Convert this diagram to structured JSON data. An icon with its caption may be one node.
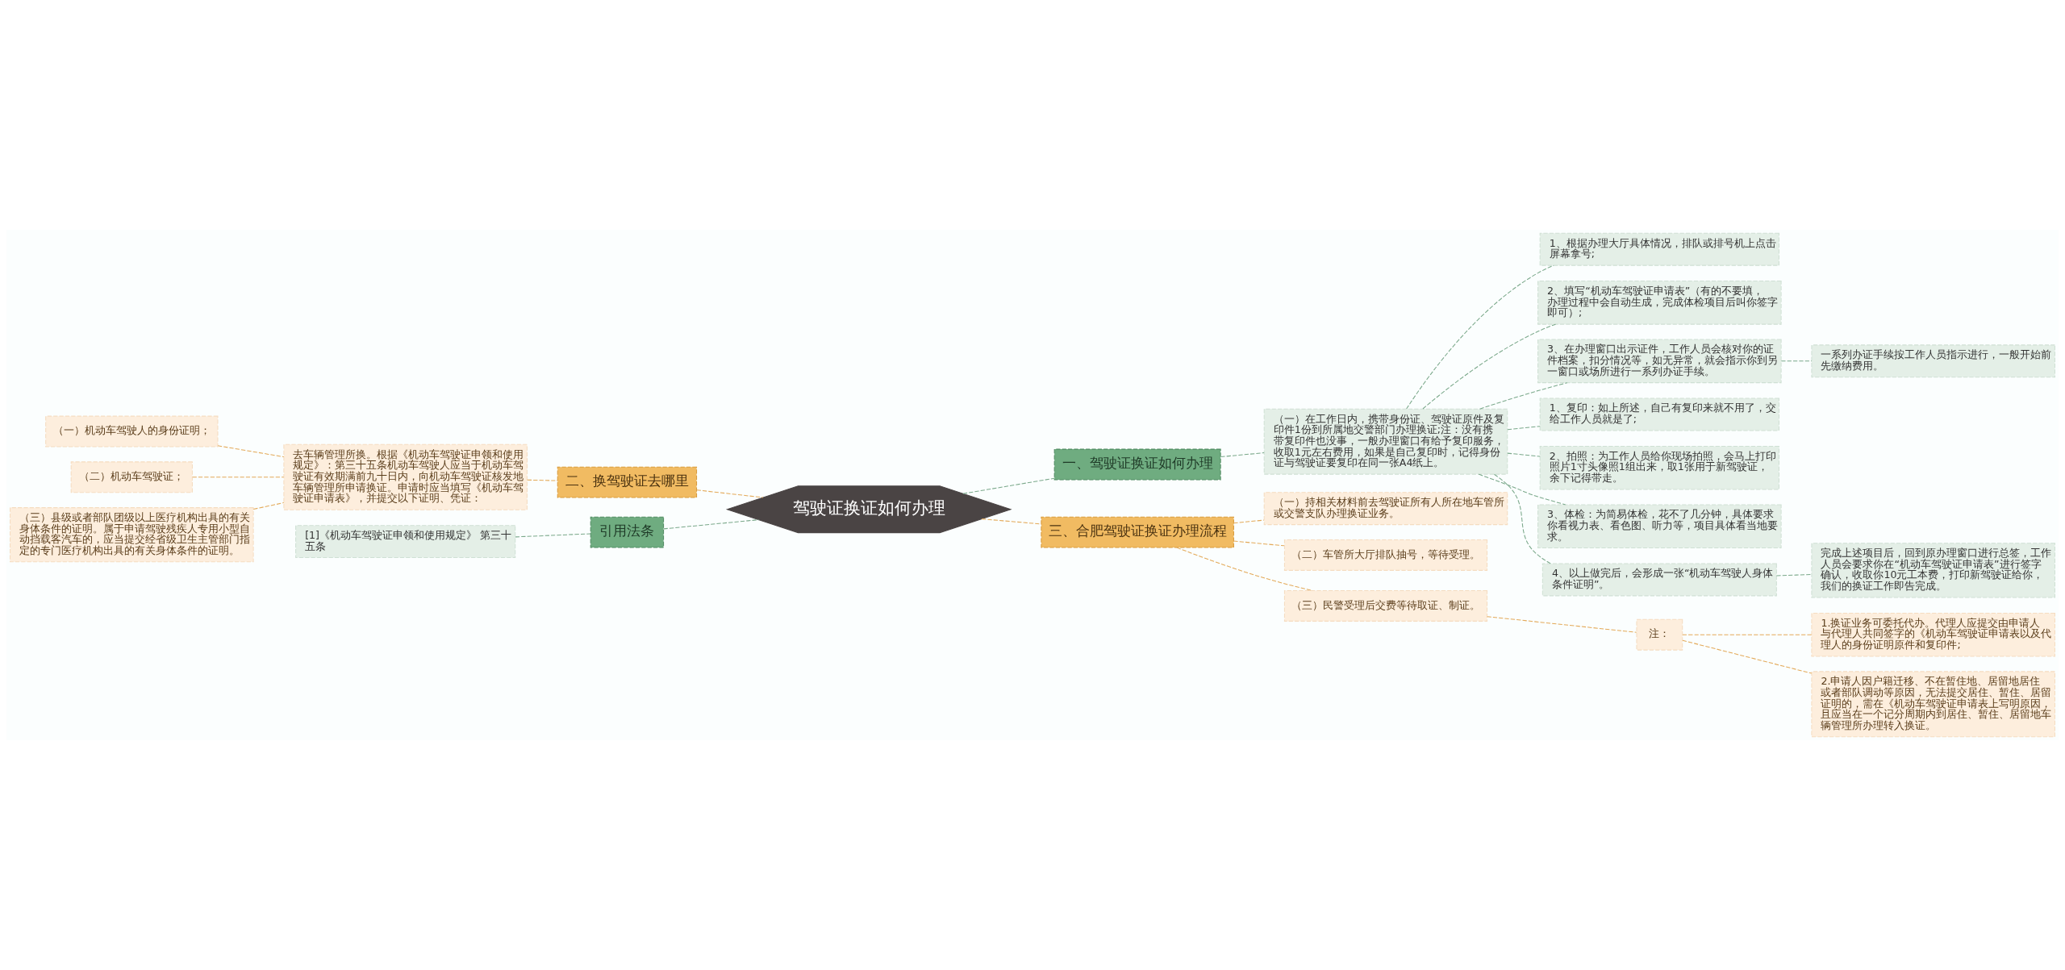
{
  "diagram": {
    "nodes": [
      {
        "text": [
          "驾驶证换证如何办理"
        ]
      },
      {
        "text": [
          "一、驾驶证换证如何办理"
        ]
      },
      {
        "text": [
          "（一）在工作日内，携带身份证、驾驶证原件及复印件1份到所属地交警部门办理换证;注：没有携带复印件也没事，一般办理窗口有给予复印服务，收取1元左右费用，如果是自己复印时，记得身份证与驾驶证要复印在同一张A4纸上。"
        ]
      },
      {
        "text": [
          "1、根据办理大厅具体情况，排队或排号机上点击屏幕拿号;"
        ]
      },
      {
        "text": [
          "2、填写“机动车驾驶证申请表”（有的不要填，办理过程中会自动生成，完成体检项目后叫你签字即可）;"
        ]
      },
      {
        "text": [
          "3、在办理窗口出示证件，工作人员会核对你的证件档案，扣分情况等，如无异常，就会指示你到另一窗口或场所进行一系列办证手续。"
        ]
      },
      {
        "text": [
          "一系列办证手续按工作人员指示进行，一般开始前先缴纳费用。"
        ]
      },
      {
        "text": [
          "1、复印：如上所述，自己有复印来就不用了，交给工作人员就是了;"
        ]
      },
      {
        "text": [
          "2、拍照：为工作人员给你现场拍照，会马上打印照片1寸头像照1组出来，取1张用于新驾驶证，余下记得带走。"
        ]
      },
      {
        "text": [
          "3、体检：为简易体检，花不了几分钟，具体要求你看视力表、看色图、听力等，项目具体看当地要求。"
        ]
      },
      {
        "text": [
          "4、以上做完后，会形成一张“机动车驾驶人身体条件证明”。"
        ]
      },
      {
        "text": [
          "完成上述项目后，回到原办理窗口进行总签，工作人员会要求你在“机动车驾驶证申请表”进行签字确认，收取你10元工本费，打印新驾驶证给你，我们的换证工作即告完成。"
        ]
      },
      {
        "text": [
          "三、合肥驾驶证换证办理流程"
        ]
      },
      {
        "text": [
          "（一）持相关材料前去驾驶证所有人所在地车管所或交警支队办理换证业务。"
        ]
      },
      {
        "text": [
          "（二）车管所大厅排队抽号，等待受理。"
        ]
      },
      {
        "text": [
          "（三）民警受理后交费等待取证、制证。"
        ]
      },
      {
        "text": [
          "注："
        ]
      },
      {
        "text": [
          "1.换证业务可委托代办。代理人应提交由申请人与代理人共同签字的《机动车驾驶证申请表以及代理人的身份证明原件和复印件;"
        ]
      },
      {
        "text": [
          "2.申请人因户籍迁移、不在暂住地、居留地居住或者部队调动等原因，无法提交居住、暂住、居留证明的，需在《机动车驾驶证申请表上写明原因，且应当在一个记分周期内到居住、暂住、居留地车辆管理所办理转入换证。"
        ]
      },
      {
        "text": [
          "二、换驾驶证去哪里"
        ]
      },
      {
        "text": [
          "去车辆管理所换。根据《机动车驾驶证申领和使用规定》：第三十五条机动车驾驶人应当于机动车驾驶证有效期满前九十日内，向机动车驾驶证核发地车辆管理所申请换证。申请时应当填写《机动车驾驶证申请表》，并提交以下证明、凭证："
        ]
      },
      {
        "text": [
          "（一）机动车驾驶人的身份证明；"
        ]
      },
      {
        "text": [
          "（二）机动车驾驶证；"
        ]
      },
      {
        "text": [
          "（三）县级或者部队团级以上医疗机构出具的有关身体条件的证明。属于申请驾驶残疾人专用小型自动挡载客汽车的，应当提交经省级卫生主管部门指定的专门医疗机构出具的有关身体条件的证明。"
        ]
      },
      {
        "text": [
          "引用法条"
        ]
      },
      {
        "text": [
          "[1]《机动车驾驶证申领和使用规定》 第三十五条"
        ]
      }
    ],
    "edges": [
      {
        "from": 0,
        "to": 1,
        "arrow": "none",
        "style": "dashed",
        "color": "#7aa88a"
      },
      {
        "from": 1,
        "to": 2,
        "arrow": "none",
        "style": "dashed",
        "color": "#7aa88a"
      },
      {
        "from": 2,
        "to": 3,
        "arrow": "none",
        "style": "dashed",
        "color": "#7aa88a"
      },
      {
        "from": 2,
        "to": 4,
        "arrow": "none",
        "style": "dashed",
        "color": "#7aa88a"
      },
      {
        "from": 2,
        "to": 5,
        "arrow": "none",
        "style": "dashed",
        "color": "#7aa88a"
      },
      {
        "from": 5,
        "to": 6,
        "arrow": "none",
        "style": "dashed",
        "color": "#7aa88a"
      },
      {
        "from": 2,
        "to": 7,
        "arrow": "none",
        "style": "dashed",
        "color": "#7aa88a"
      },
      {
        "from": 2,
        "to": 8,
        "arrow": "none",
        "style": "dashed",
        "color": "#7aa88a"
      },
      {
        "from": 2,
        "to": 9,
        "arrow": "none",
        "style": "dashed",
        "color": "#7aa88a"
      },
      {
        "from": 2,
        "to": 10,
        "arrow": "none",
        "style": "dashed",
        "color": "#7aa88a"
      },
      {
        "from": 10,
        "to": 11,
        "arrow": "none",
        "style": "dashed",
        "color": "#7aa88a"
      },
      {
        "from": 0,
        "to": 12,
        "arrow": "none",
        "style": "dashed",
        "color": "#e3a958"
      },
      {
        "from": 12,
        "to": 13,
        "arrow": "none",
        "style": "dashed",
        "color": "#e3a958"
      },
      {
        "from": 12,
        "to": 14,
        "arrow": "none",
        "style": "dashed",
        "color": "#e3a958"
      },
      {
        "from": 12,
        "to": 15,
        "arrow": "none",
        "style": "dashed",
        "color": "#e3a958"
      },
      {
        "from": 15,
        "to": 16,
        "arrow": "none",
        "style": "dashed",
        "color": "#e3a958"
      },
      {
        "from": 16,
        "to": 17,
        "arrow": "none",
        "style": "dashed",
        "color": "#e3a958"
      },
      {
        "from": 16,
        "to": 18,
        "arrow": "none",
        "style": "dashed",
        "color": "#e3a958"
      },
      {
        "from": 19,
        "to": 0,
        "arrow": "none",
        "style": "dashed",
        "color": "#e3a958"
      },
      {
        "from": 20,
        "to": 19,
        "arrow": "none",
        "style": "dashed",
        "color": "#e3a958"
      },
      {
        "from": 21,
        "to": 20,
        "arrow": "none",
        "style": "dashed",
        "color": "#e3a958"
      },
      {
        "from": 22,
        "to": 20,
        "arrow": "none",
        "style": "dashed",
        "color": "#e3a958"
      },
      {
        "from": 23,
        "to": 20,
        "arrow": "none",
        "style": "dashed",
        "color": "#e3a958"
      },
      {
        "from": 24,
        "to": 0,
        "arrow": "none",
        "style": "dashed",
        "color": "#7aa88a"
      },
      {
        "from": 25,
        "to": 24,
        "arrow": "none",
        "style": "dashed",
        "color": "#7aa88a"
      }
    ]
  }
}
